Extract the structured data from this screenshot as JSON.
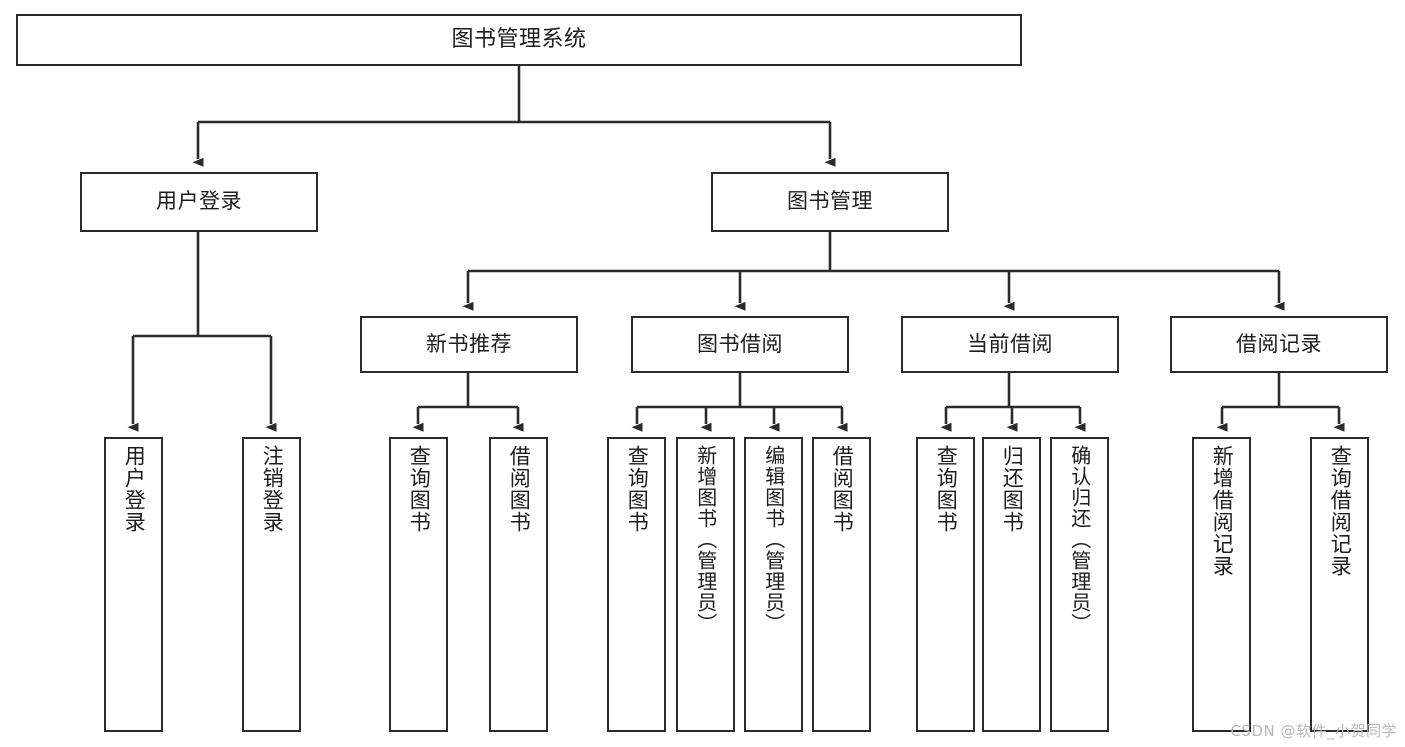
{
  "diagram": {
    "title": "图书管理系统",
    "type": "tree",
    "watermark": "CSDN @软件_小贺同学",
    "colors": {
      "box_border": "#2b2b2b",
      "box_fill": "#ffffff",
      "connector": "#2b2b2b",
      "text": "#1d1d1d",
      "watermark": "#b9b9b9"
    },
    "levels": {
      "root": {
        "label": "图书管理系统"
      },
      "level2": [
        {
          "id": "user-login",
          "label": "用户登录"
        },
        {
          "id": "book-manage",
          "label": "图书管理"
        }
      ],
      "level3": [
        {
          "id": "new-book-recommend",
          "label": "新书推荐"
        },
        {
          "id": "book-borrow",
          "label": "图书借阅"
        },
        {
          "id": "current-borrow",
          "label": "当前借阅"
        },
        {
          "id": "borrow-record",
          "label": "借阅记录"
        }
      ],
      "leaves": [
        {
          "id": "leaf-user-login",
          "label": "用户登录",
          "parent": "user-login"
        },
        {
          "id": "leaf-logout-login",
          "label": "注销登录",
          "parent": "user-login"
        },
        {
          "id": "leaf-query-book-1",
          "label": "查询图书",
          "parent": "new-book-recommend"
        },
        {
          "id": "leaf-borrow-book-1",
          "label": "借阅图书",
          "parent": "new-book-recommend"
        },
        {
          "id": "leaf-query-book-2",
          "label": "查询图书",
          "parent": "book-borrow"
        },
        {
          "id": "leaf-add-book",
          "label": "新增图书（管理员）",
          "parent": "book-borrow"
        },
        {
          "id": "leaf-edit-book",
          "label": "编辑图书（管理员）",
          "parent": "book-borrow"
        },
        {
          "id": "leaf-borrow-book-2",
          "label": "借阅图书",
          "parent": "book-borrow"
        },
        {
          "id": "leaf-query-book-3",
          "label": "查询图书",
          "parent": "current-borrow"
        },
        {
          "id": "leaf-return-book",
          "label": "归还图书",
          "parent": "current-borrow"
        },
        {
          "id": "leaf-confirm-return",
          "label": "确认归还（管理员）",
          "parent": "current-borrow"
        },
        {
          "id": "leaf-add-record",
          "label": "新增借阅记录",
          "parent": "borrow-record"
        },
        {
          "id": "leaf-query-record",
          "label": "查询借阅记录",
          "parent": "borrow-record"
        }
      ]
    }
  }
}
